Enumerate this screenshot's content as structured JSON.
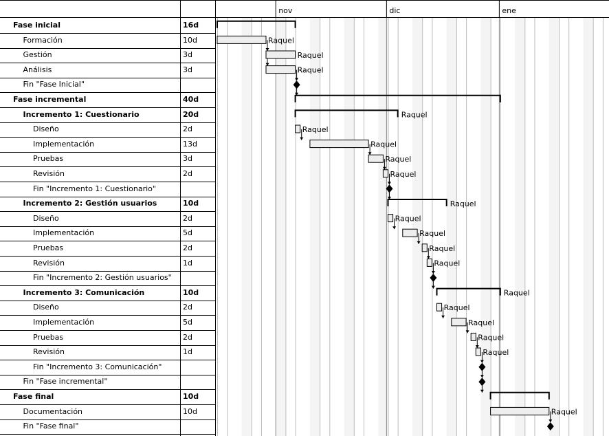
{
  "months": [
    "nov",
    "dic",
    "ene"
  ],
  "tasks": [
    {
      "name": "Fase inicial",
      "duration": "16d",
      "level": 0,
      "bold": true,
      "type": "summary",
      "start": 0,
      "end": 16
    },
    {
      "name": "Formación",
      "duration": "10d",
      "level": 1,
      "bold": false,
      "type": "task",
      "start": 0,
      "end": 10,
      "resource": "Raquel"
    },
    {
      "name": "Gestión",
      "duration": "3d",
      "level": 1,
      "bold": false,
      "type": "task",
      "start": 10,
      "end": 16,
      "resource": "Raquel"
    },
    {
      "name": "Análisis",
      "duration": "3d",
      "level": 1,
      "bold": false,
      "type": "task",
      "start": 10,
      "end": 16,
      "resource": "Raquel"
    },
    {
      "name": "Fin \"Fase Inicial\"",
      "duration": "",
      "level": 1,
      "bold": false,
      "type": "milestone",
      "start": 16
    },
    {
      "name": "Fase incremental",
      "duration": "40d",
      "level": 0,
      "bold": true,
      "type": "summary",
      "start": 16,
      "end": 58
    },
    {
      "name": "Incremento 1: Cuestionario",
      "duration": "20d",
      "level": 1,
      "bold": true,
      "type": "summary",
      "start": 16,
      "end": 37,
      "resource": "Raquel"
    },
    {
      "name": "Diseño",
      "duration": "2d",
      "level": 2,
      "bold": false,
      "type": "task",
      "start": 16,
      "end": 17,
      "resource": "Raquel"
    },
    {
      "name": "Implementación",
      "duration": "13d",
      "level": 2,
      "bold": false,
      "type": "task",
      "start": 19,
      "end": 31,
      "resource": "Raquel"
    },
    {
      "name": "Pruebas",
      "duration": "3d",
      "level": 2,
      "bold": false,
      "type": "task",
      "start": 31,
      "end": 34,
      "resource": "Raquel"
    },
    {
      "name": "Revisión",
      "duration": "2d",
      "level": 2,
      "bold": false,
      "type": "task",
      "start": 34,
      "end": 35,
      "resource": "Raquel"
    },
    {
      "name": "Fin \"Incremento 1: Cuestionario\"",
      "duration": "",
      "level": 2,
      "bold": false,
      "type": "milestone",
      "start": 35
    },
    {
      "name": "Incremento 2: Gestión usuarios",
      "duration": "10d",
      "level": 1,
      "bold": true,
      "type": "summary",
      "start": 35,
      "end": 47,
      "resource": "Raquel"
    },
    {
      "name": "Diseño",
      "duration": "2d",
      "level": 2,
      "bold": false,
      "type": "task",
      "start": 35,
      "end": 36,
      "resource": "Raquel"
    },
    {
      "name": "Implementación",
      "duration": "5d",
      "level": 2,
      "bold": false,
      "type": "task",
      "start": 38,
      "end": 41,
      "resource": "Raquel"
    },
    {
      "name": "Pruebas",
      "duration": "2d",
      "level": 2,
      "bold": false,
      "type": "task",
      "start": 42,
      "end": 43,
      "resource": "Raquel"
    },
    {
      "name": "Revisión",
      "duration": "1d",
      "level": 2,
      "bold": false,
      "type": "task",
      "start": 43,
      "end": 44,
      "resource": "Raquel"
    },
    {
      "name": "Fin \"Incremento 2: Gestión usuarios\"",
      "duration": "",
      "level": 2,
      "bold": false,
      "type": "milestone",
      "start": 44
    },
    {
      "name": "Incremento 3: Comunicación",
      "duration": "10d",
      "level": 1,
      "bold": true,
      "type": "summary",
      "start": 45,
      "end": 58,
      "resource": "Raquel"
    },
    {
      "name": "Diseño",
      "duration": "2d",
      "level": 2,
      "bold": false,
      "type": "task",
      "start": 45,
      "end": 46,
      "resource": "Raquel"
    },
    {
      "name": "Implementación",
      "duration": "5d",
      "level": 2,
      "bold": false,
      "type": "task",
      "start": 48,
      "end": 51,
      "resource": "Raquel"
    },
    {
      "name": "Pruebas",
      "duration": "2d",
      "level": 2,
      "bold": false,
      "type": "task",
      "start": 52,
      "end": 53,
      "resource": "Raquel"
    },
    {
      "name": "Revisión",
      "duration": "1d",
      "level": 2,
      "bold": false,
      "type": "task",
      "start": 53,
      "end": 54,
      "resource": "Raquel"
    },
    {
      "name": "Fin \"Incremento 3: Comunicación\"",
      "duration": "",
      "level": 2,
      "bold": false,
      "type": "milestone",
      "start": 54
    },
    {
      "name": "Fin \"Fase incremental\"",
      "duration": "",
      "level": 1,
      "bold": false,
      "type": "milestone",
      "start": 54
    },
    {
      "name": "Fase final",
      "duration": "10d",
      "level": 0,
      "bold": true,
      "type": "summary",
      "start": 56,
      "end": 68
    },
    {
      "name": "Documentación",
      "duration": "10d",
      "level": 1,
      "bold": false,
      "type": "task",
      "start": 56,
      "end": 68,
      "resource": "Raquel"
    },
    {
      "name": "Fin \"Fase final\"",
      "duration": "",
      "level": 1,
      "bold": false,
      "type": "milestone",
      "start": 68
    }
  ],
  "colors": {
    "bar_fill": "#eeeeee",
    "grid": "#bbbbbb",
    "weekend": "#f4f4f4"
  }
}
